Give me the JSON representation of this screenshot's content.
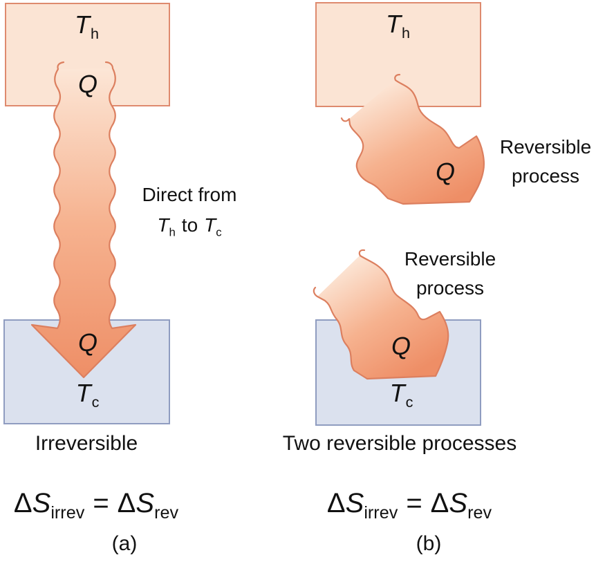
{
  "figure": {
    "panel_a": {
      "hot_reservoir": {
        "label_base": "T",
        "label_sub": "h"
      },
      "cold_reservoir": {
        "label_base": "T",
        "label_sub": "c"
      },
      "heat_top": "Q",
      "heat_bottom": "Q",
      "arrow_note": {
        "line1": "Direct from",
        "t_hot_base": "T",
        "t_hot_sub": "h",
        "connector": "to",
        "t_cold_base": "T",
        "t_cold_sub": "c"
      },
      "caption": "Irreversible",
      "equation": {
        "lhs_coeff": "Δ",
        "lhs_var": "S",
        "lhs_sub": "irrev",
        "relation": "=",
        "rhs_coeff": "Δ",
        "rhs_var": "S",
        "rhs_sub": "rev"
      },
      "tag": "(a)"
    },
    "panel_b": {
      "hot_reservoir": {
        "label_base": "T",
        "label_sub": "h"
      },
      "cold_reservoir": {
        "label_base": "T",
        "label_sub": "c"
      },
      "heat_upper": "Q",
      "heat_lower": "Q",
      "process_note_upper": {
        "line1": "Reversible",
        "line2": "process"
      },
      "process_note_lower": {
        "line1": "Reversible",
        "line2": "process"
      },
      "caption": "Two reversible processes",
      "equation": {
        "lhs_coeff": "Δ",
        "lhs_var": "S",
        "lhs_sub": "irrev",
        "relation": "=",
        "rhs_coeff": "Δ",
        "rhs_var": "S",
        "rhs_sub": "rev"
      },
      "tag": "(b)"
    },
    "colors": {
      "hot_fill": "#fbe4d4",
      "hot_border": "#de8a6e",
      "cold_fill": "#dbe1ee",
      "cold_border": "#8f9cc0",
      "arrow_light": "#fce6d6",
      "arrow_mid": "#f6b28f",
      "arrow_dark": "#ee8e66",
      "arrow_stroke": "#dc7f5f",
      "text": "#111111"
    }
  }
}
